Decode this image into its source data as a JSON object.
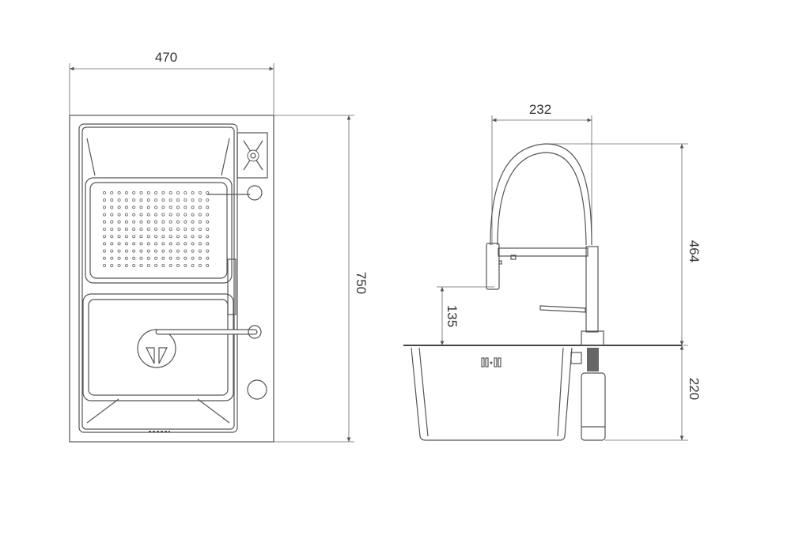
{
  "top_view": {
    "dimensions": {
      "width": "470",
      "length": "750"
    }
  },
  "side_view": {
    "dimensions": {
      "faucet_reach": "232",
      "faucet_height": "464",
      "spout_clearance": "135",
      "bowl_depth": "220"
    }
  },
  "colors": {
    "line": "#555555",
    "text": "#333333"
  }
}
